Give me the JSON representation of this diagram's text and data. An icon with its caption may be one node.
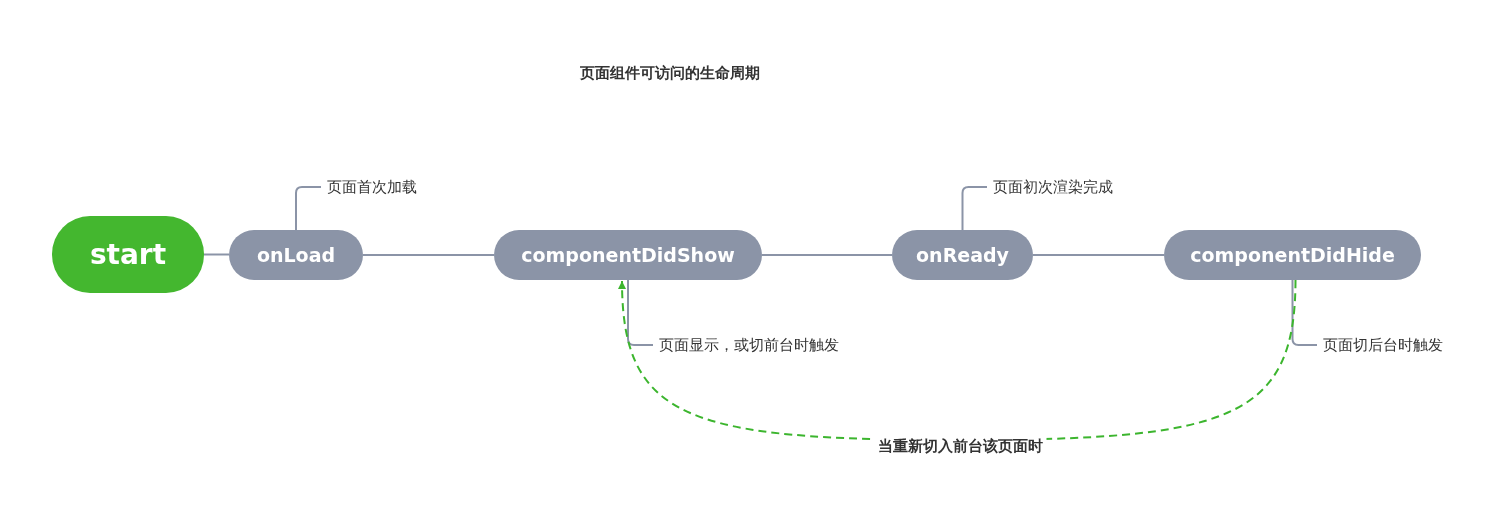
{
  "diagram": {
    "title": "页面组件可访问的生命周期",
    "nodes": [
      {
        "text": [
          "start"
        ]
      },
      {
        "text": [
          "onLoad"
        ]
      },
      {
        "text": [
          "componentDidShow"
        ]
      },
      {
        "text": [
          "onReady"
        ]
      },
      {
        "text": [
          "componentDidHide"
        ]
      },
      {
        "text": [
          "页面首次加载"
        ]
      },
      {
        "text": [
          "页面初次渲染完成"
        ]
      },
      {
        "text": [
          "页面显示，或切前台时触发"
        ]
      },
      {
        "text": [
          "页面切后台时触发"
        ]
      }
    ],
    "edges": [
      {
        "from": 0,
        "to": 1,
        "arrow": "none"
      },
      {
        "from": 1,
        "to": 2,
        "arrow": "none"
      },
      {
        "from": 2,
        "to": 3,
        "arrow": "none"
      },
      {
        "from": 3,
        "to": 4,
        "arrow": "none"
      },
      {
        "from": 1,
        "to": 5,
        "arrow": "none"
      },
      {
        "from": 3,
        "to": 6,
        "arrow": "none"
      },
      {
        "from": 2,
        "to": 7,
        "arrow": "none"
      },
      {
        "from": 4,
        "to": 8,
        "arrow": "none"
      },
      {
        "from": 4,
        "to": 2,
        "arrow": "to",
        "label": "当重新切入前台该页面时",
        "style": "dashed",
        "color": "#3cb52e"
      }
    ]
  }
}
